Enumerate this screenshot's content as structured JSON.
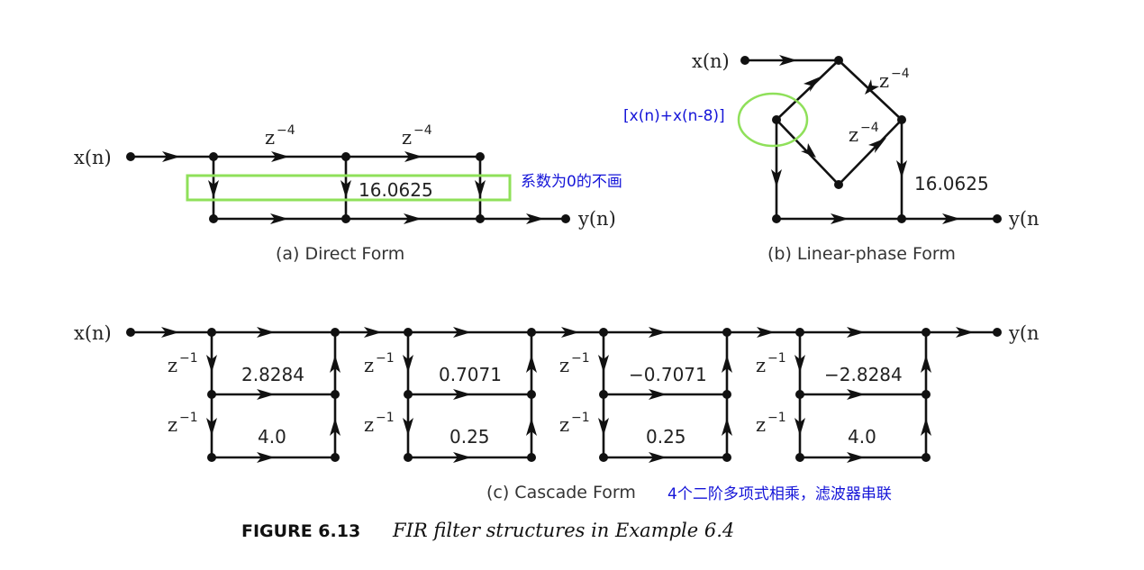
{
  "direct_form": {
    "input_label": "x(n)",
    "output_label": "y(n)",
    "delay_labels": [
      "z",
      "z"
    ],
    "delay_exps": [
      "−4",
      "−4"
    ],
    "coefficient": "16.0625",
    "caption": "(a) Direct Form",
    "note": "系数为0的不画"
  },
  "linear_phase_form": {
    "input_label": "x(n)",
    "output_label": "y(n",
    "delay_labels": [
      "z",
      "z"
    ],
    "delay_exps": [
      "−4",
      "−4"
    ],
    "coefficient": "16.0625",
    "note": "[x(n)+x(n-8)]",
    "caption": "(b) Linear-phase Form"
  },
  "cascade_form": {
    "input_label": "x(n)",
    "output_label": "y(n",
    "delay_label": "z",
    "delay_exp": "−1",
    "sections": [
      {
        "b1": "2.8284",
        "b2": "4.0"
      },
      {
        "b1": "0.7071",
        "b2": "0.25"
      },
      {
        "b1": "−0.7071",
        "b2": "0.25"
      },
      {
        "b1": "−2.8284",
        "b2": "4.0"
      }
    ],
    "caption": "(c) Cascade Form",
    "note": "4个二阶多项式相乘，滤波器串联"
  },
  "figure": {
    "label": "FIGURE 6.13",
    "title": "FIR filter structures in Example 6.4"
  },
  "colors": {
    "ink": "#111111",
    "annotation": "#1515d8",
    "highlight": "#8fe05a"
  }
}
